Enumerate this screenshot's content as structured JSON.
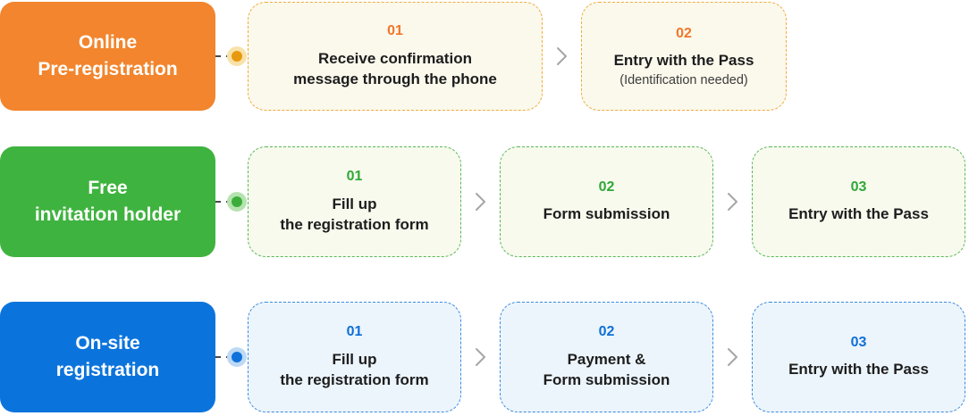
{
  "page": {
    "background": "#ffffff"
  },
  "icons": {
    "separator": "chevron-right",
    "connector_dot": "dot"
  },
  "rows": [
    {
      "id": "online-pre-registration",
      "label": [
        "Online",
        "Pre-registration"
      ],
      "colors": {
        "label_bg": "#F2852D",
        "step_border": "#F0AC3A",
        "step_bg": "#FBF8EC",
        "number": "#F0772A",
        "dot": "#E8990F",
        "dot_halo": "#F8E2A9"
      },
      "steps": [
        {
          "number": "01",
          "title": [
            "Receive confirmation",
            "message through the phone"
          ]
        },
        {
          "number": "02",
          "title": [
            "Entry with the Pass"
          ],
          "subtitle": "(Identification needed)"
        }
      ]
    },
    {
      "id": "free-invitation-holder",
      "label": [
        "Free",
        "invitation holder"
      ],
      "colors": {
        "label_bg": "#3FB33F",
        "step_border": "#58B758",
        "step_bg": "#F7FAED",
        "number": "#2FA838",
        "dot": "#3BAD3B",
        "dot_halo": "#B5E3AE"
      },
      "steps": [
        {
          "number": "01",
          "title": [
            "Fill up",
            "the registration form"
          ]
        },
        {
          "number": "02",
          "title": [
            "Form submission"
          ]
        },
        {
          "number": "03",
          "title": [
            "Entry with the Pass"
          ]
        }
      ]
    },
    {
      "id": "on-site-registration",
      "label": [
        "On-site",
        "registration"
      ],
      "colors": {
        "label_bg": "#0B74DC",
        "step_border": "#3A8ADF",
        "step_bg": "#ECF5FC",
        "number": "#0F6FD6",
        "dot": "#0E72DA",
        "dot_halo": "#BDD9F4"
      },
      "steps": [
        {
          "number": "01",
          "title": [
            "Fill up",
            "the registration form"
          ]
        },
        {
          "number": "02",
          "title": [
            "Payment &",
            "Form submission"
          ]
        },
        {
          "number": "03",
          "title": [
            "Entry with the Pass"
          ]
        }
      ]
    }
  ]
}
